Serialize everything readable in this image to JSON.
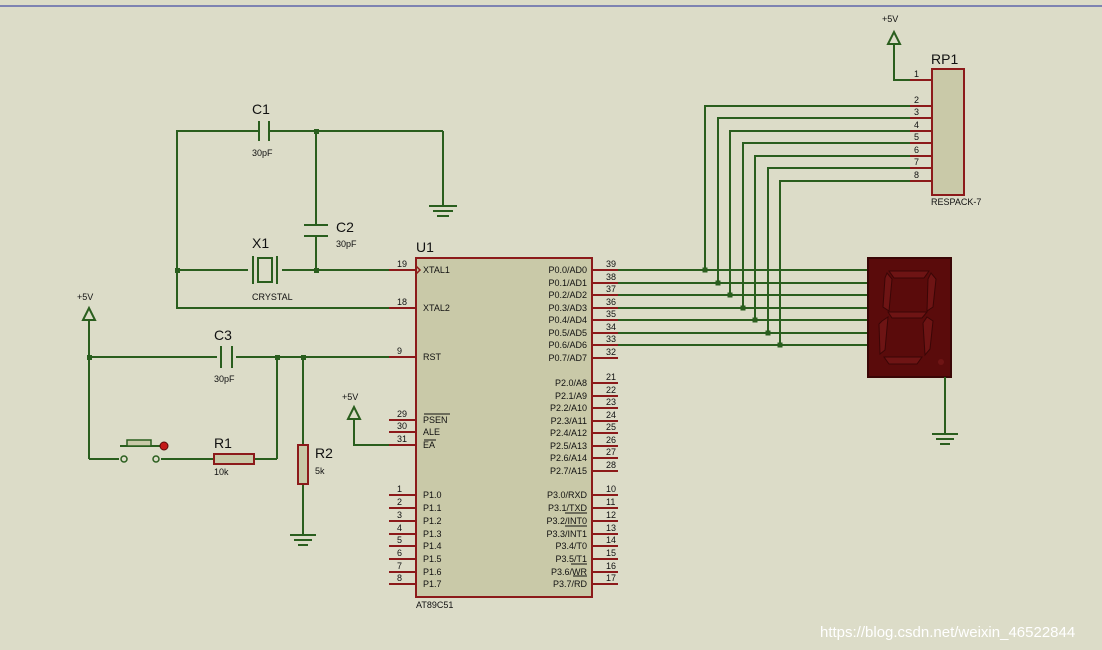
{
  "colors": {
    "background": "#dcdcc8",
    "wire": "#2a5e1e",
    "pin": "#8c1a1a",
    "body": "#c9c9a8",
    "seg_off": "#6e1414",
    "seg_bg": "#5a0b0b"
  },
  "mcu": {
    "ref": "U1",
    "part": "AT89C51",
    "left_pins": [
      {
        "num": "19",
        "name": "XTAL1"
      },
      {
        "num": "18",
        "name": "XTAL2"
      },
      {
        "num": "9",
        "name": "RST"
      },
      {
        "num": "29",
        "name": "PSEN"
      },
      {
        "num": "30",
        "name": "ALE"
      },
      {
        "num": "31",
        "name": "EA"
      },
      {
        "num": "1",
        "name": "P1.0"
      },
      {
        "num": "2",
        "name": "P1.1"
      },
      {
        "num": "3",
        "name": "P1.2"
      },
      {
        "num": "4",
        "name": "P1.3"
      },
      {
        "num": "5",
        "name": "P1.4"
      },
      {
        "num": "6",
        "name": "P1.5"
      },
      {
        "num": "7",
        "name": "P1.6"
      },
      {
        "num": "8",
        "name": "P1.7"
      }
    ],
    "right_pins": [
      {
        "num": "39",
        "name": "P0.0/AD0"
      },
      {
        "num": "38",
        "name": "P0.1/AD1"
      },
      {
        "num": "37",
        "name": "P0.2/AD2"
      },
      {
        "num": "36",
        "name": "P0.3/AD3"
      },
      {
        "num": "35",
        "name": "P0.4/AD4"
      },
      {
        "num": "34",
        "name": "P0.5/AD5"
      },
      {
        "num": "33",
        "name": "P0.6/AD6"
      },
      {
        "num": "32",
        "name": "P0.7/AD7"
      },
      {
        "num": "21",
        "name": "P2.0/A8"
      },
      {
        "num": "22",
        "name": "P2.1/A9"
      },
      {
        "num": "23",
        "name": "P2.2/A10"
      },
      {
        "num": "24",
        "name": "P2.3/A11"
      },
      {
        "num": "25",
        "name": "P2.4/A12"
      },
      {
        "num": "26",
        "name": "P2.5/A13"
      },
      {
        "num": "27",
        "name": "P2.6/A14"
      },
      {
        "num": "28",
        "name": "P2.7/A15"
      },
      {
        "num": "10",
        "name": "P3.0/RXD"
      },
      {
        "num": "11",
        "name": "P3.1/TXD"
      },
      {
        "num": "12",
        "name": "P3.2/INT0"
      },
      {
        "num": "13",
        "name": "P3.3/INT1"
      },
      {
        "num": "14",
        "name": "P3.4/T0"
      },
      {
        "num": "15",
        "name": "P3.5/T1"
      },
      {
        "num": "16",
        "name": "P3.6/WR"
      },
      {
        "num": "17",
        "name": "P3.7/RD"
      }
    ]
  },
  "components": {
    "c1": {
      "ref": "C1",
      "value": "30pF"
    },
    "c2": {
      "ref": "C2",
      "value": "30pF"
    },
    "c3": {
      "ref": "C3",
      "value": "30pF"
    },
    "x1": {
      "ref": "X1",
      "value": "CRYSTAL"
    },
    "r1": {
      "ref": "R1",
      "value": "10k"
    },
    "r2": {
      "ref": "R2",
      "value": "5k"
    },
    "rp1": {
      "ref": "RP1",
      "value": "RESPACK-7",
      "pins": [
        "1",
        "2",
        "3",
        "4",
        "5",
        "6",
        "7",
        "8"
      ]
    }
  },
  "power": {
    "vcc": "+5V"
  },
  "watermark": "https://blog.csdn.net/weixin_46522844"
}
